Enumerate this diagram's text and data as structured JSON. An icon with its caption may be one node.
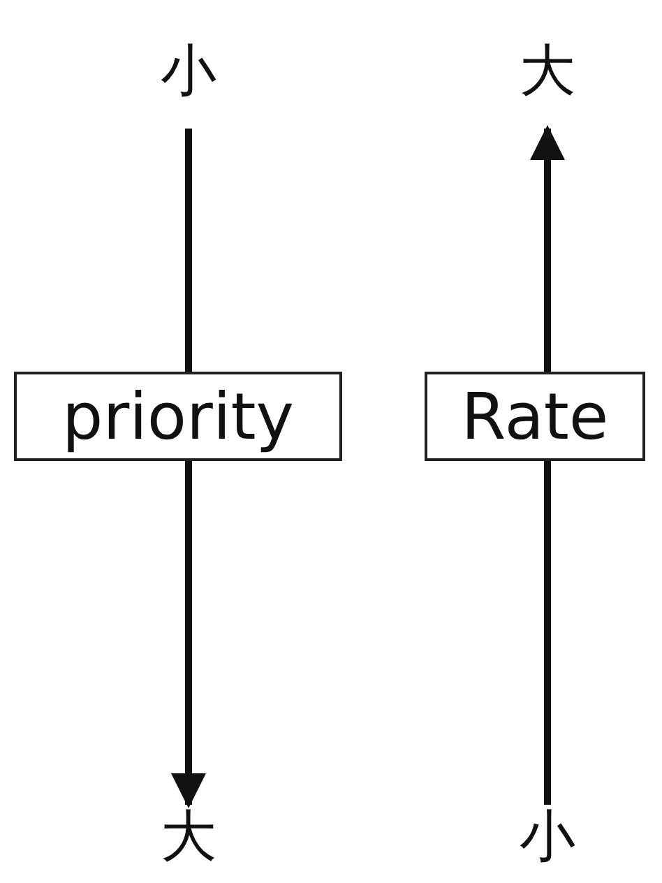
{
  "diagram": {
    "nodes": [
      {
        "text": [
          "小"
        ]
      },
      {
        "text": [
          "priority"
        ]
      },
      {
        "text": [
          "大"
        ]
      },
      {
        "text": [
          "大"
        ]
      },
      {
        "text": [
          "Rate"
        ]
      },
      {
        "text": [
          "小"
        ]
      }
    ],
    "edges": [
      {
        "from": 0,
        "to": 1,
        "arrow": "none"
      },
      {
        "from": 1,
        "to": 2,
        "arrow": "to"
      },
      {
        "from": 5,
        "to": 4,
        "arrow": "none"
      },
      {
        "from": 4,
        "to": 3,
        "arrow": "to"
      }
    ]
  }
}
